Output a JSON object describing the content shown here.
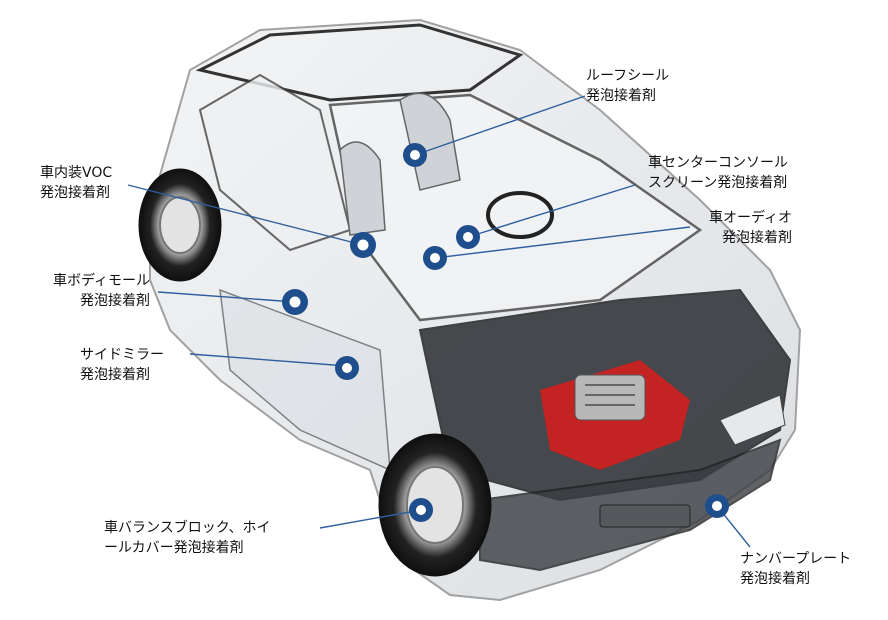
{
  "colors": {
    "marker": "#1f4e8c",
    "leader": "#2f5f9e",
    "engine": "#d21f1f"
  },
  "icons": {
    "car": "car-illustration",
    "marker": "pin-dot"
  },
  "callouts": [
    {
      "id": "roof-seal",
      "lines": [
        "ルーフシール",
        "発泡接着剤"
      ]
    },
    {
      "id": "interior-voc",
      "lines": [
        "車内装VOC",
        "発泡接着剤"
      ]
    },
    {
      "id": "center-console",
      "lines": [
        "車センターコンソール",
        "スクリーン発泡接着剤"
      ]
    },
    {
      "id": "audio",
      "lines": [
        "車オーディオ",
        "発泡接着剤"
      ]
    },
    {
      "id": "body-molding",
      "lines": [
        "車ボディモール",
        "発泡接着剤"
      ]
    },
    {
      "id": "side-mirror",
      "lines": [
        "サイドミラー",
        "発泡接着剤"
      ]
    },
    {
      "id": "balance-block",
      "lines": [
        "車バランスブロック、ホイ",
        "ールカバー発泡接着剤"
      ]
    },
    {
      "id": "number-plate",
      "lines": [
        "ナンバープレート",
        "発泡接着剤"
      ]
    }
  ]
}
